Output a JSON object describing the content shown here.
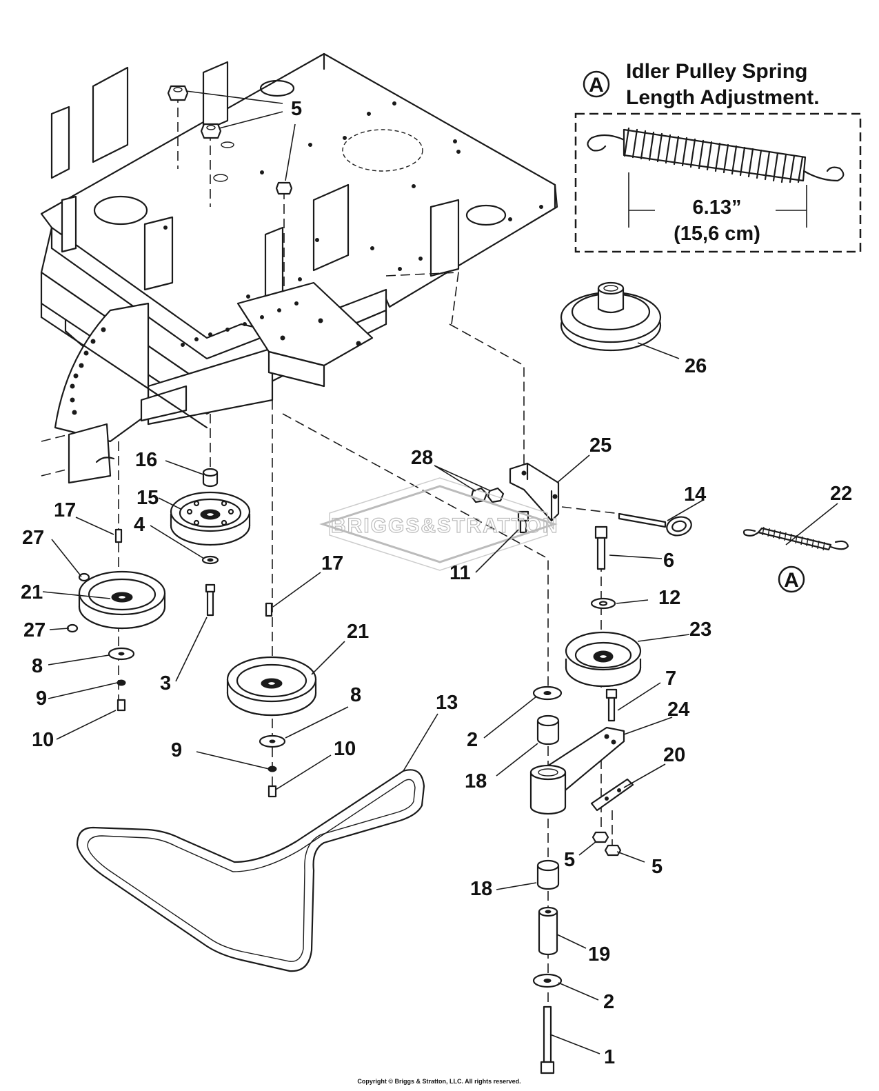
{
  "inset": {
    "badge": "A",
    "title_line1": "Idler Pulley Spring",
    "title_line2": "Length Adjustment.",
    "dimension_in": "6.13”",
    "dimension_cm": "(15,6 cm)"
  },
  "spring_ref_badge": "A",
  "watermark": "BRIGGS&STRATTON",
  "copyright": "Copyright © Briggs & Stratton, LLC. All rights reserved.",
  "callouts": {
    "c5_top": "5",
    "c26": "26",
    "c25": "25",
    "c28": "28",
    "c14": "14",
    "c22": "22",
    "c16": "16",
    "c15": "15",
    "c17_left": "17",
    "c27_top": "27",
    "c4": "4",
    "c11": "11",
    "c6": "6",
    "c17_mid": "17",
    "c21_left": "21",
    "c27_bot": "27",
    "c12": "12",
    "c23": "23",
    "c21_mid": "21",
    "c8_left": "8",
    "c3": "3",
    "c9_left": "9",
    "c10_left": "10",
    "c8_mid": "8",
    "c7": "7",
    "c13": "13",
    "c24": "24",
    "c2_top": "2",
    "c9_mid": "9",
    "c10_mid": "10",
    "c20": "20",
    "c18_top": "18",
    "c5_lower_left": "5",
    "c5_lower_right": "5",
    "c18_bot": "18",
    "c19": "19",
    "c2_bot": "2",
    "c1": "1"
  }
}
